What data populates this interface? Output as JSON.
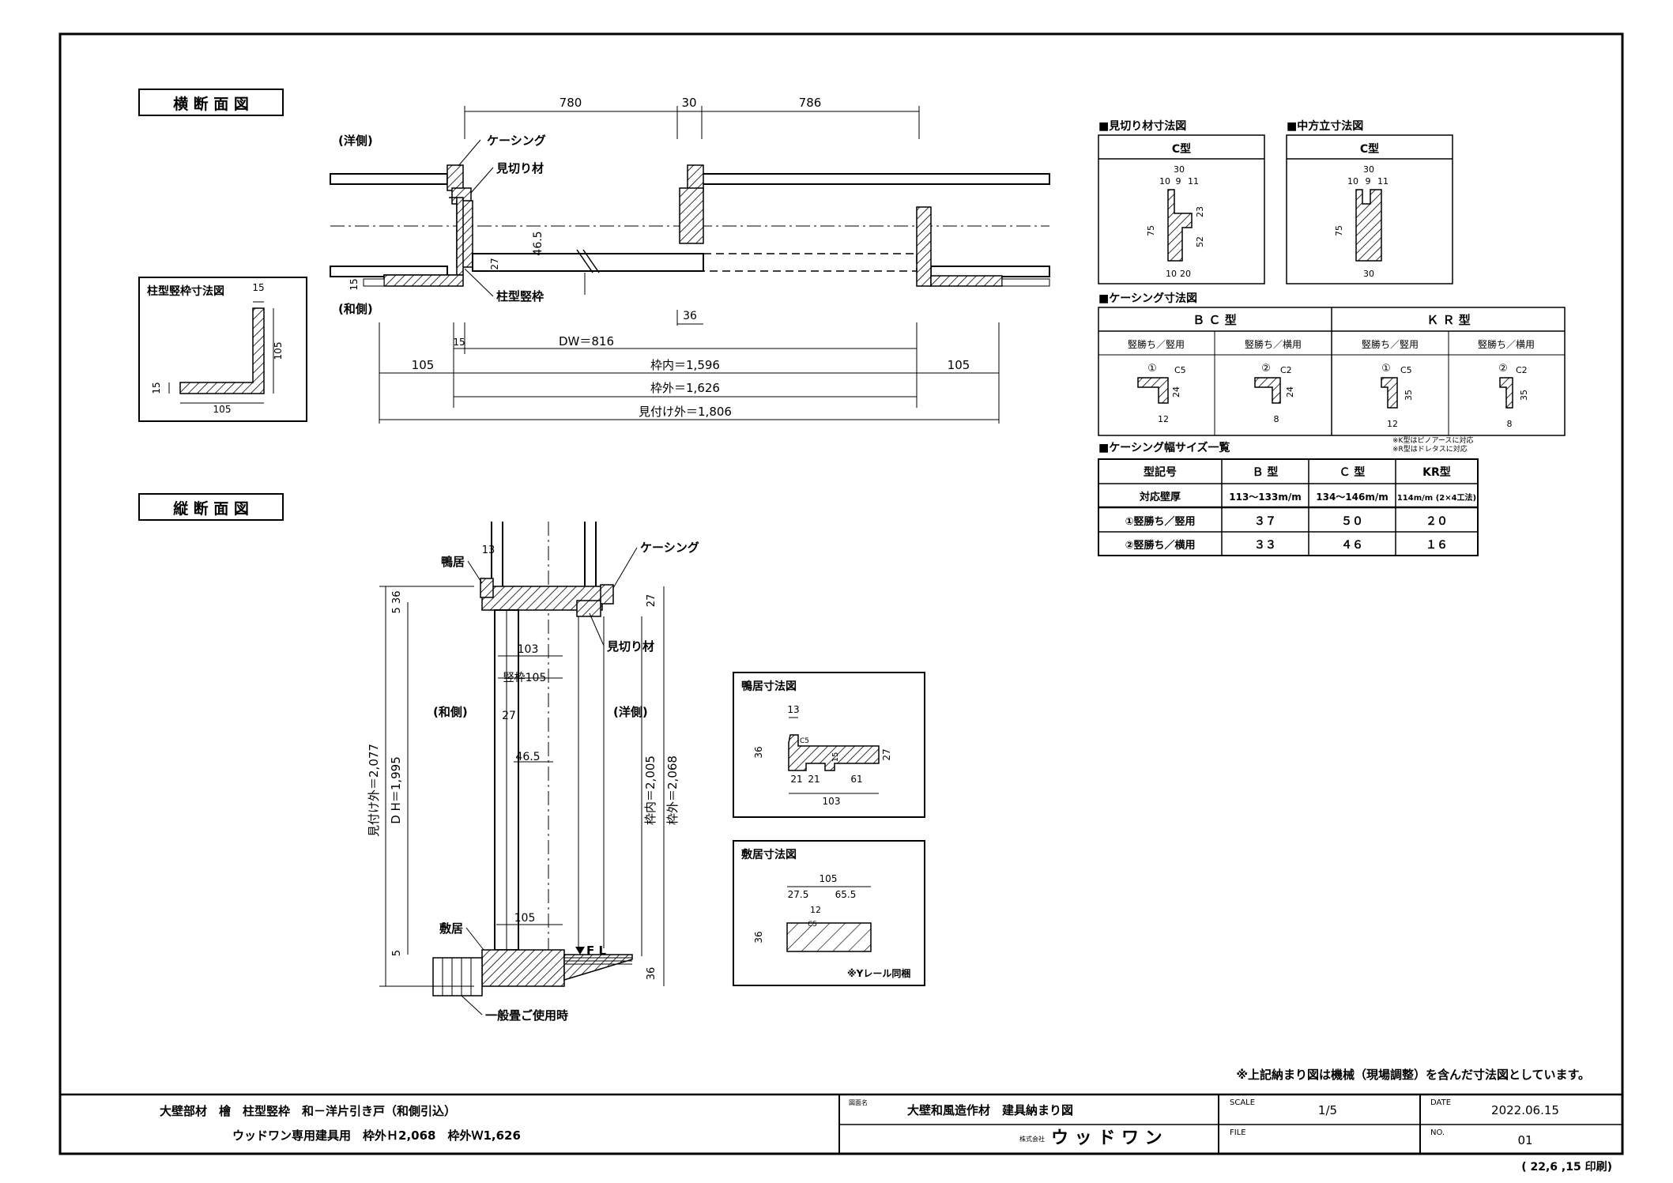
{
  "section_h": {
    "title": "横 断 面 図",
    "yo": "(洋側)",
    "wa": "(和側)",
    "casing": "ケーシング",
    "mikiri": "見切り材",
    "tatewaku": "柱型竪枠",
    "d780": "780",
    "d30": "30",
    "d786": "786",
    "d46_5": "46.5",
    "d27": "27",
    "d15": "15",
    "d36": "36",
    "d15b": "15",
    "dw": "DW＝816",
    "wakuuchi": "枠内＝1,596",
    "wakusoto": "枠外＝1,626",
    "mitsuke": "見付け外＝1,806",
    "d105l": "105",
    "d105r": "105"
  },
  "pillar": {
    "title": "柱型竪枠寸法図",
    "d15t": "15",
    "d105v": "105",
    "d15l": "15",
    "d105h": "105"
  },
  "section_v": {
    "title": "縦 断 面 図",
    "kamoi": "鴨居",
    "casing": "ケーシング",
    "mikiri": "見切り材",
    "wa": "(和側)",
    "yo": "(洋側)",
    "shiki": "敷居",
    "tatami": "一般畳ご使用時",
    "fl": "F L",
    "d13": "13",
    "d536": "5 36",
    "d27": "27",
    "d103": "103",
    "tate105": "竪枠105",
    "d27b": "27",
    "d46_5": "46.5",
    "d105": "105",
    "d5": "5",
    "d36": "36",
    "mitsuke": "見付け外＝2,077",
    "dh": "D H＝1,995",
    "wakuuchi": "枠内＝2,005",
    "wakusoto": "枠外＝2,068"
  },
  "kamoi_box": {
    "title": "鴨居寸法図",
    "d13": "13",
    "d36": "36",
    "d27": "27",
    "d15": "15",
    "d21a": "21",
    "d21b": "21",
    "d61": "61",
    "d103": "103",
    "c5": "C5"
  },
  "shiki_box": {
    "title": "敷居寸法図",
    "d105": "105",
    "d27_5": "27.5",
    "d65_5": "65.5",
    "d12": "12",
    "d36": "36",
    "note": "※Yレール同梱",
    "c5": "C5"
  },
  "mikiri_box": {
    "title": "■見切り材寸法図",
    "type": "C型",
    "d30": "30",
    "d10": "10",
    "d9": "9",
    "d11": "11",
    "d23": "23",
    "d75": "75",
    "d52": "52",
    "d10b": "10",
    "d20": "20"
  },
  "naka_box": {
    "title": "■中方立寸法図",
    "type": "C型",
    "d30": "30",
    "d10": "10",
    "d9": "9",
    "d11": "11",
    "d75": "75",
    "d30b": "30"
  },
  "casing_dim": {
    "title": "■ケーシング寸法図",
    "bc": "Ｂ Ｃ 型",
    "kr": "Ｋ Ｒ 型",
    "c1": "竪勝ち／竪用",
    "c2": "竪勝ち／横用",
    "c3": "竪勝ち／竪用",
    "c4": "竪勝ち／横用",
    "n1": "①",
    "n2": "②",
    "n3": "①",
    "n4": "②",
    "c5a": "C5",
    "c2a": "C2",
    "c5b": "C5",
    "c2b": "C2",
    "d24a": "24",
    "d24b": "24",
    "d35a": "35",
    "d35b": "35",
    "d12a": "12",
    "d8a": "8",
    "d12b": "12",
    "d8b": "8",
    "note1": "※K型はピノアースに対応",
    "note2": "※R型はドレタスに対応"
  },
  "casing_table": {
    "title": "■ケーシング幅サイズ一覧",
    "headers": [
      "型記号",
      "Ｂ 型",
      "Ｃ 型",
      "KR型"
    ],
    "rows": [
      [
        "対応壁厚",
        "113〜133m/m",
        "134〜146m/m",
        "114m/m (2×4工法)"
      ],
      [
        "①竪勝ち／竪用",
        "３７",
        "５０",
        "２０"
      ],
      [
        "②竪勝ち／横用",
        "３３",
        "４６",
        "１６"
      ]
    ]
  },
  "footnote": "※上記納まり図は機械（現場調整）を含んだ寸法図としています。",
  "title_block": {
    "line1": "大壁部材　檜　柱型竪枠　和－洋片引き戸（和側引込）",
    "line2": "ウッドワン専用建具用　枠外Ｈ2,068　枠外Ｗ1,626",
    "zumei_label": "図面名",
    "zumei": "大壁和風造作材　建具納まり図",
    "company_label": "株式会社",
    "company": "ウ ッ ド ワ ン",
    "scale_label": "SCALE",
    "scale": "1/5",
    "file_label": "FILE",
    "file": "",
    "date_label": "DATE",
    "date": "2022.06.15",
    "no_label": "NO.",
    "no": "01"
  },
  "printed": "( 22,6 ,15 印刷)",
  "colors": {
    "line": "#000000",
    "paper": "#ffffff"
  }
}
